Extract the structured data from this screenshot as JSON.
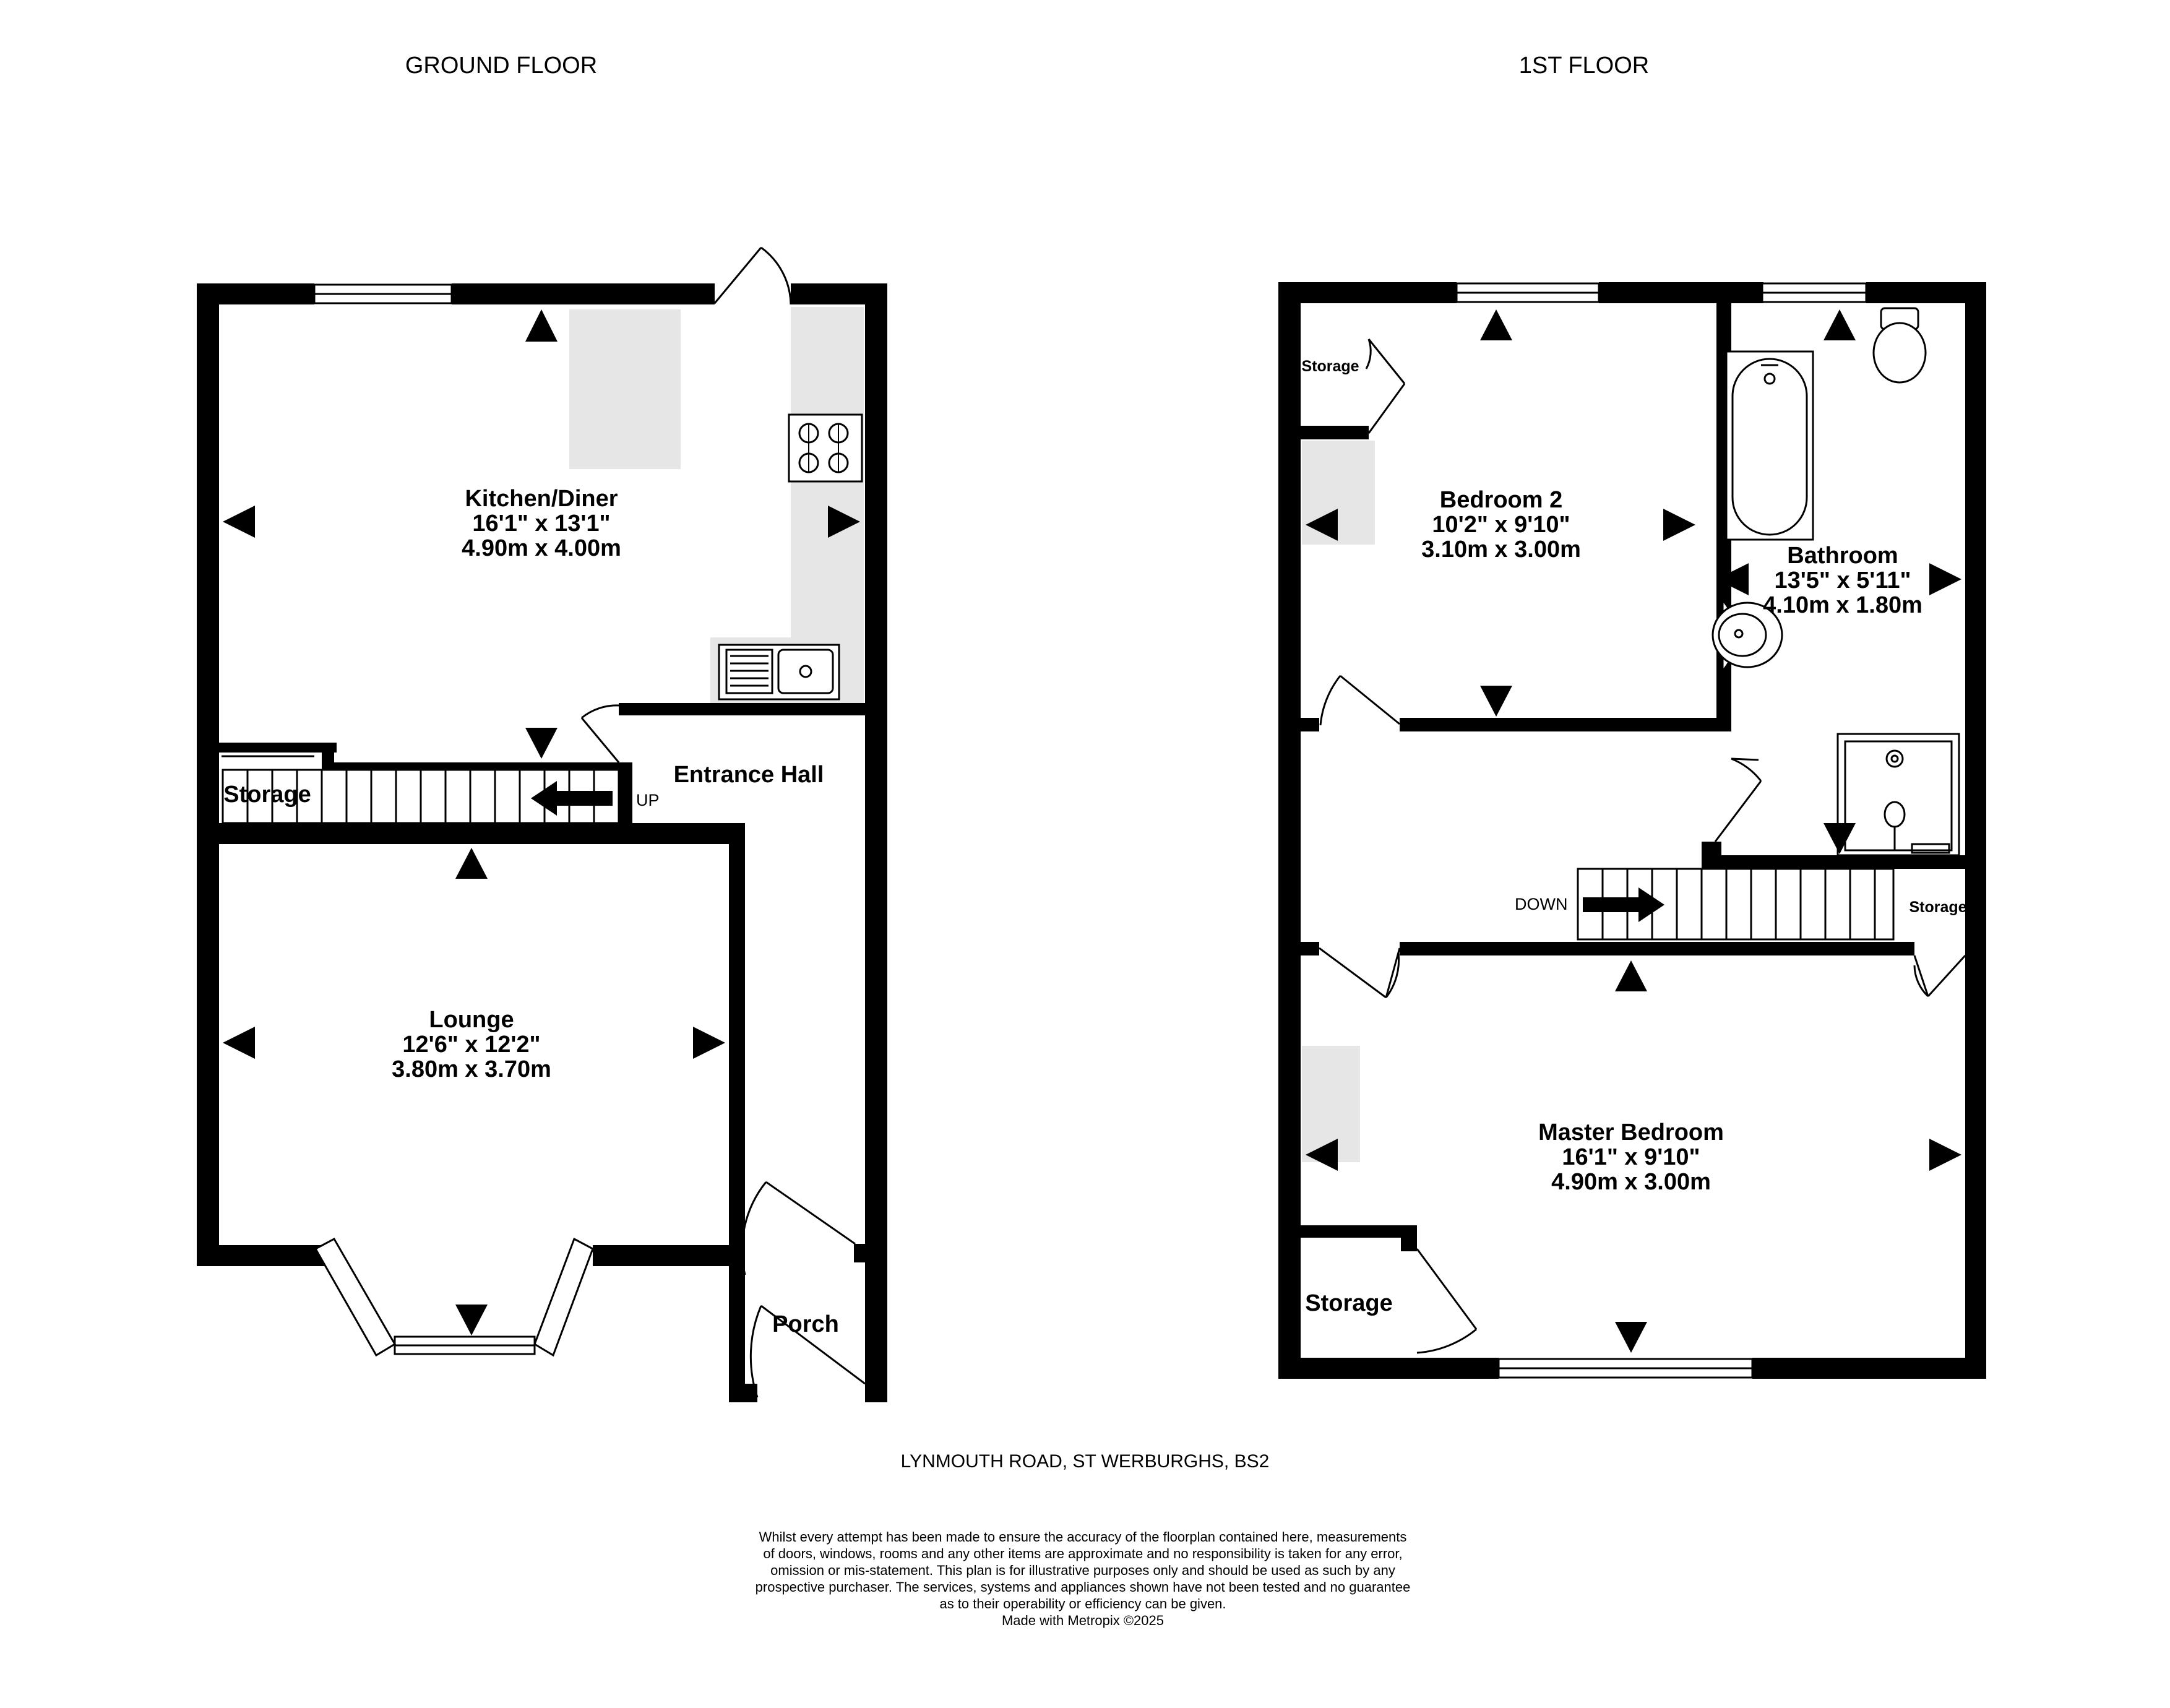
{
  "headers": {
    "ground": "GROUND FLOOR",
    "first": "1ST FLOOR"
  },
  "ground_floor": {
    "kitchen": {
      "name": "Kitchen/Diner",
      "imperial": "16'1\"  x 13'1\"",
      "metric": "4.90m  x 4.00m"
    },
    "entrance_hall": {
      "name": "Entrance Hall"
    },
    "storage": {
      "name": "Storage"
    },
    "stairs_label": "UP",
    "lounge": {
      "name": "Lounge",
      "imperial": "12'6\"  x 12'2\"",
      "metric": "3.80m  x 3.70m"
    },
    "porch": {
      "name": "Porch"
    }
  },
  "first_floor": {
    "storage_top": {
      "name": "Storage"
    },
    "bedroom2": {
      "name": "Bedroom 2",
      "imperial": "10'2\"  x 9'10\"",
      "metric": "3.10m  x 3.00m"
    },
    "bathroom": {
      "name": "Bathroom",
      "imperial": "13'5\"  x 5'11\"",
      "metric": "4.10m  x 1.80m"
    },
    "stairs_label": "DOWN",
    "storage_landing": {
      "name": "Storage"
    },
    "master": {
      "name": "Master Bedroom",
      "imperial": "16'1\"  x 9'10\"",
      "metric": "4.90m  x 3.00m"
    },
    "storage_bottom": {
      "name": "Storage"
    }
  },
  "address": "LYNMOUTH ROAD, ST WERBURGHS, BS2",
  "disclaimer": [
    "Whilst every attempt has been made to ensure the accuracy of the floorplan contained here, measurements",
    "of doors, windows, rooms and any other items are approximate and no responsibility is taken for any error,",
    "omission or mis-statement. This plan is for illustrative purposes only and should be used as such by any",
    "prospective purchaser. The services, systems and appliances shown have not been tested and no guarantee",
    "as to their operability or efficiency can be given.",
    "Made with Metropix ©2025"
  ],
  "colors": {
    "wall": "#000000",
    "fitting": "#e6e6e6",
    "background": "#ffffff"
  }
}
